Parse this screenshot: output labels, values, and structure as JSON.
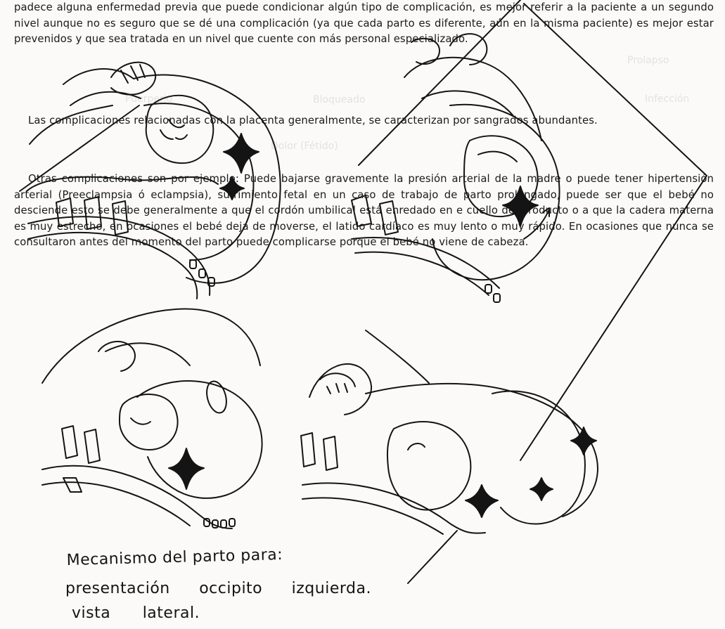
{
  "text": {
    "paragraph_1": "padece alguna enfermedad previa que puede condicionar algún tipo de complicación, es mejor referir a la paciente a un segundo nivel aunque no es seguro que se dé una complicación (ya que cada parto es diferente, aún en la misma paciente) es mejor estar prevenidos y que sea tratada en un nivel que cuente con más personal especializado.",
    "paragraph_2": "Las complicaciones relacionadas con la placenta generalmente, se caracterizan por sangrados abundantes.",
    "paragraph_3": "Otras complicaciones son por ejemplo: Puede bajarse gravemente la presión arterial de la madre o puede tener hipertensión arterial (Preeclampsia ó eclampsia), sufrimiento fetal en un caso de trabajo de parto prolongado, puede ser que el bebé no desciende esto se debe generalmente a que el cordón umbilical está enredado en e cuello del producto o a que la cadera materna es muy estrecho, en ocasiones el bebé deja de moverse, el latido cardíaco es muy lento o muy rápido. En ocasiones que nunca se consultaron antes del momento del parto puede complicarse porque el bebé no viene de cabeza."
  },
  "caption": {
    "line_1": "Mecanismo del parto para:",
    "line_2": "presentación occipito izquierda.",
    "line_3": "vista lateral."
  },
  "background_bleed": {
    "item_1": "Puerperio",
    "item_2": "Prolapso",
    "item_3": "Bloqueado",
    "item_4": "Infección",
    "item_5": "Dolor (Fétido)"
  },
  "colors": {
    "paper": "#fbfaf9",
    "ink": "#141414"
  }
}
